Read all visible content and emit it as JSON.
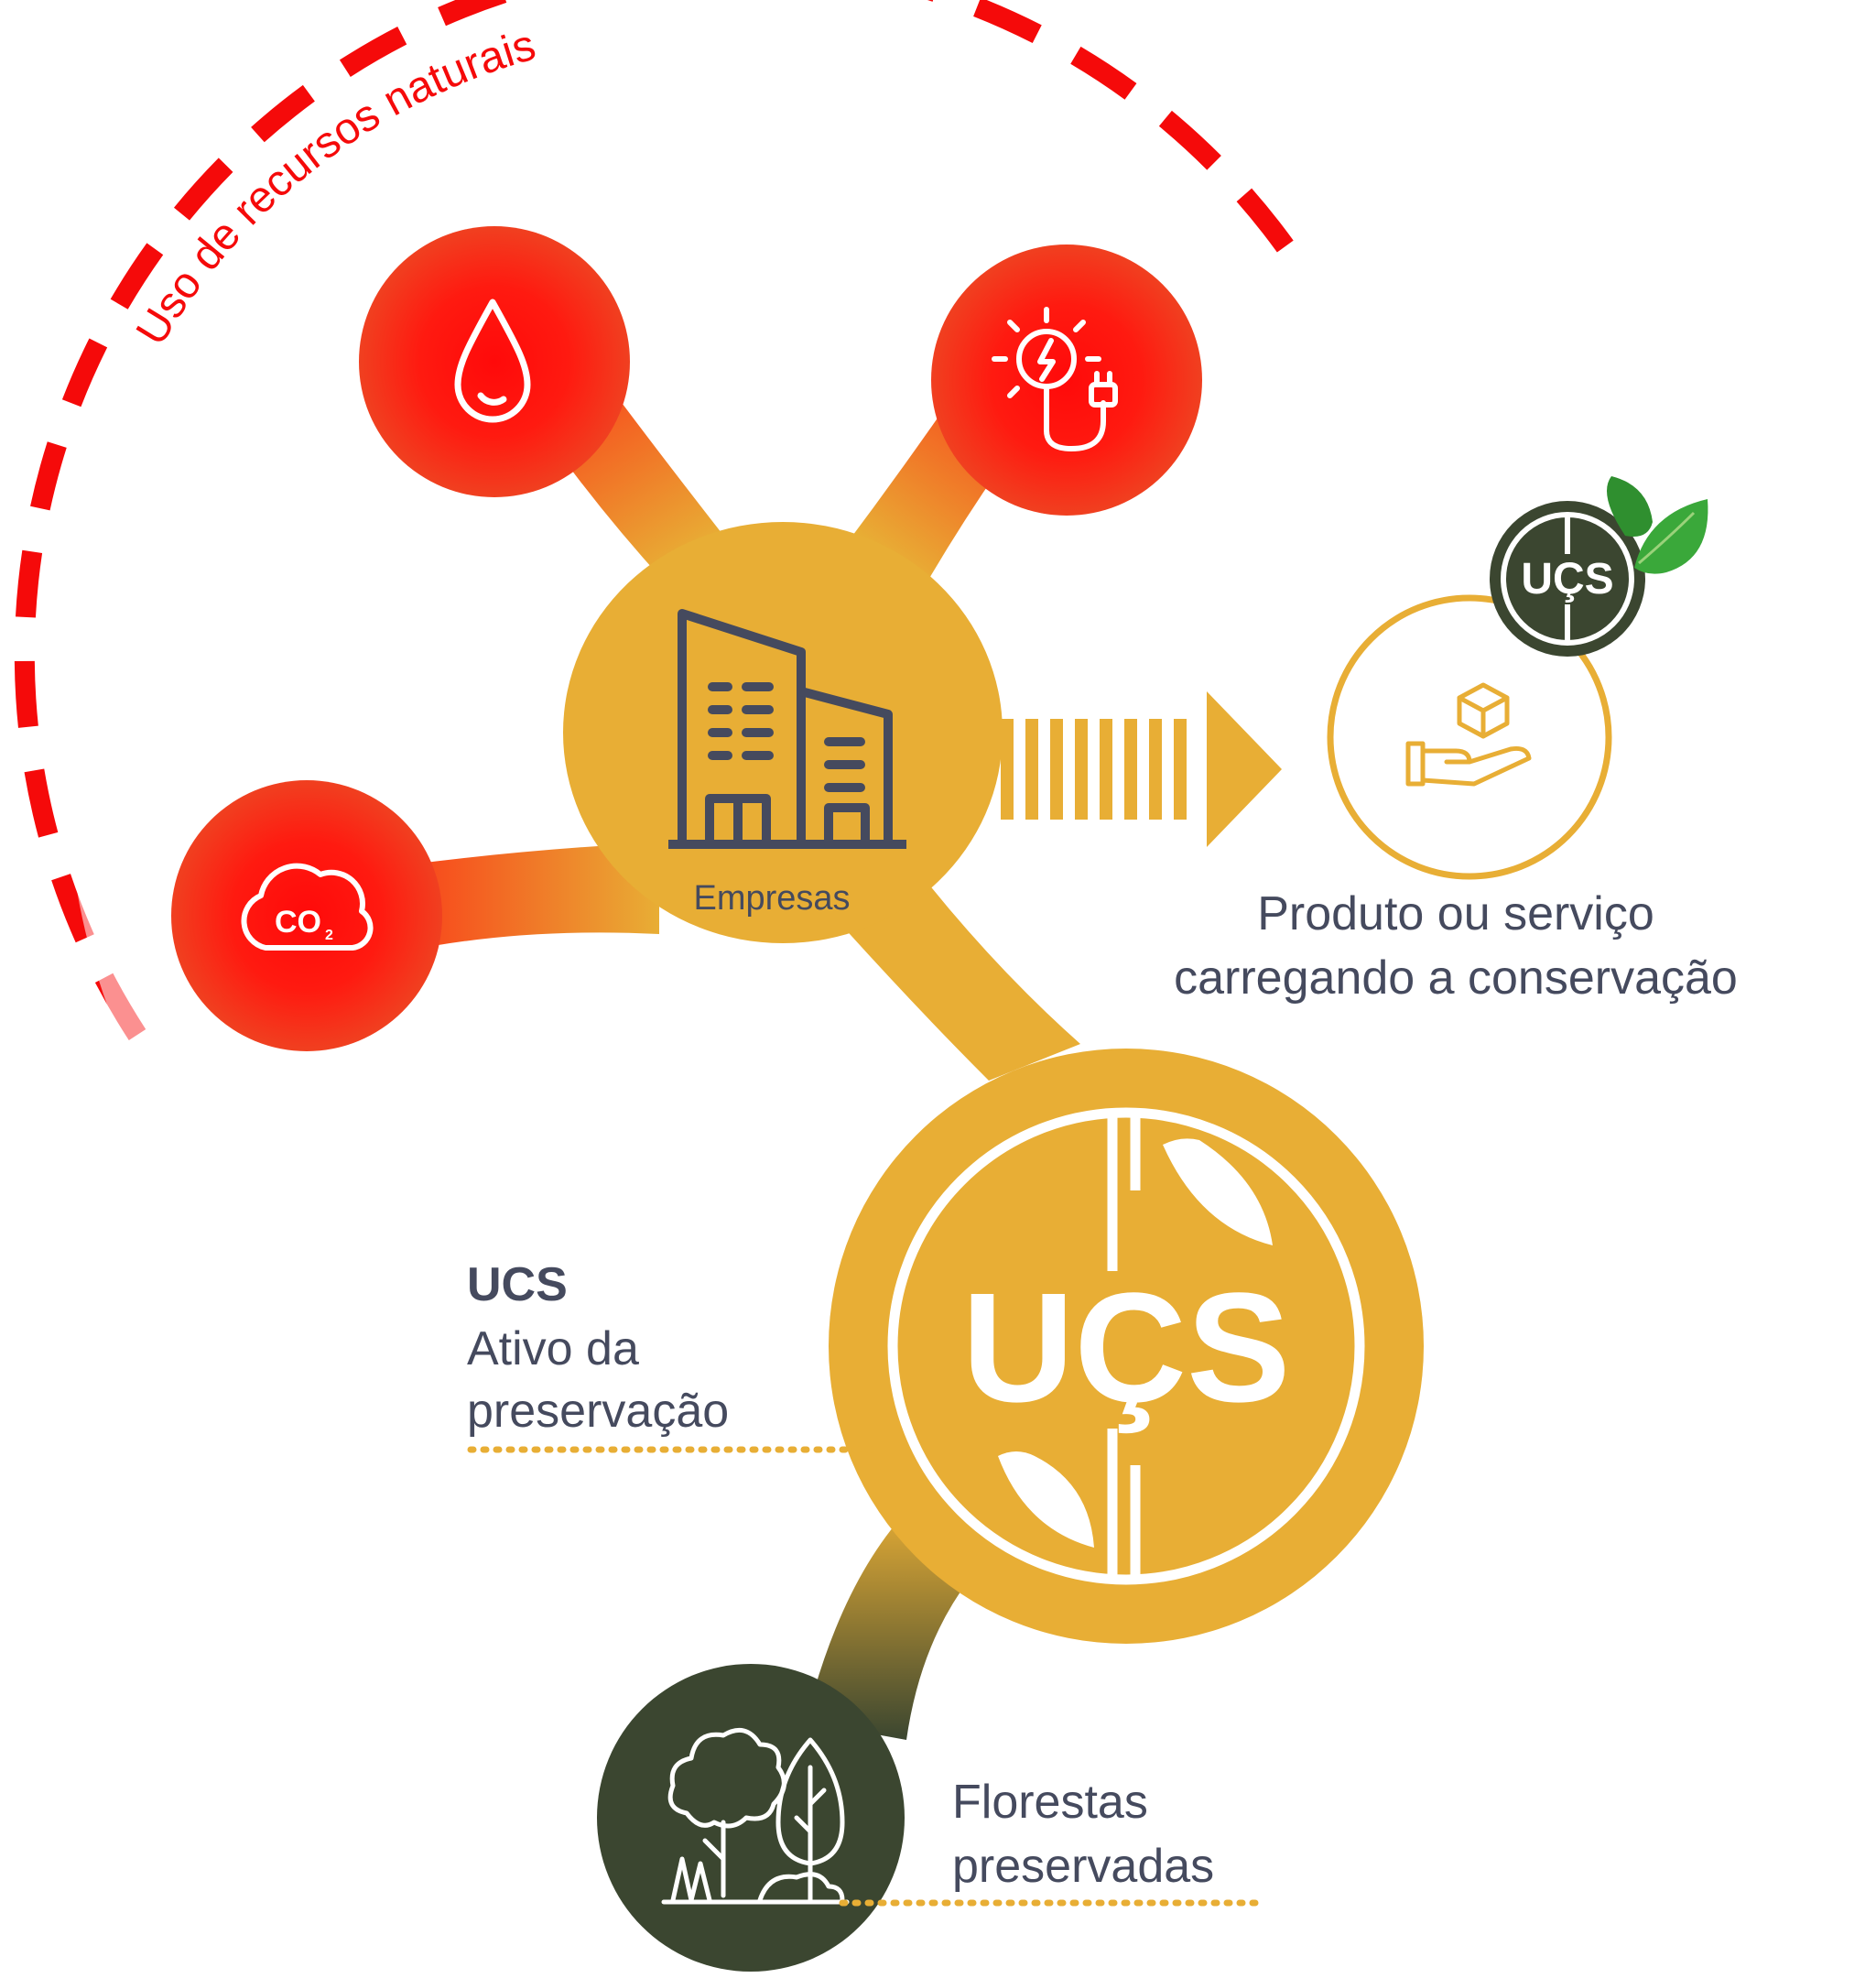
{
  "arc_title": "Uso de recursos naturais",
  "hub_label": "Empresas",
  "product": {
    "line1": "Produto ou serviço",
    "line2": "carregando a conservação",
    "badge_text": "UÇS"
  },
  "ucs": {
    "title": "UCS",
    "line1": "Ativo da",
    "line2": "preservação",
    "logo_text": "UÇS"
  },
  "forest": {
    "line1": "Florestas",
    "line2": "preservadas"
  },
  "nodes": [
    "water-drop-icon",
    "energy-plug-icon",
    "co2-cloud-icon",
    "building-icon",
    "forest-icon",
    "hand-box-icon"
  ],
  "colors": {
    "red": "#f50a0a",
    "gold": "#e8ae35",
    "dark_green": "#3b4630",
    "text": "#454a5e",
    "leaf_green": "#3aa83a"
  }
}
